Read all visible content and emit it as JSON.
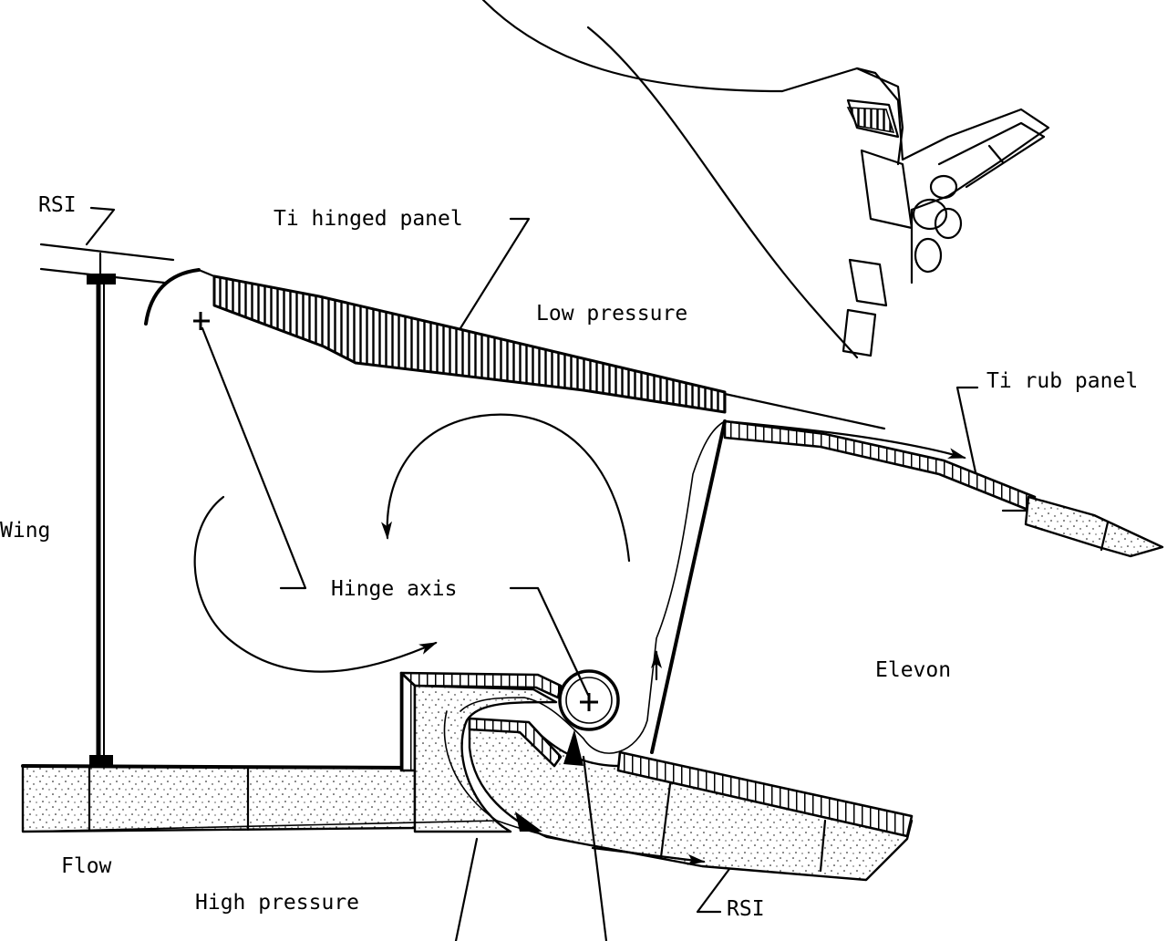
{
  "diagram": {
    "labels": {
      "rsi_top": "RSI",
      "ti_hinged_panel": "Ti hinged panel",
      "low_pressure": "Low pressure",
      "ti_rub_panel": "Ti rub panel",
      "wing": "Wing",
      "hinge_axis": "Hinge axis",
      "elevon": "Elevon",
      "flow": "Flow",
      "high_pressure": "High pressure",
      "rsi_bottom": "RSI"
    }
  }
}
